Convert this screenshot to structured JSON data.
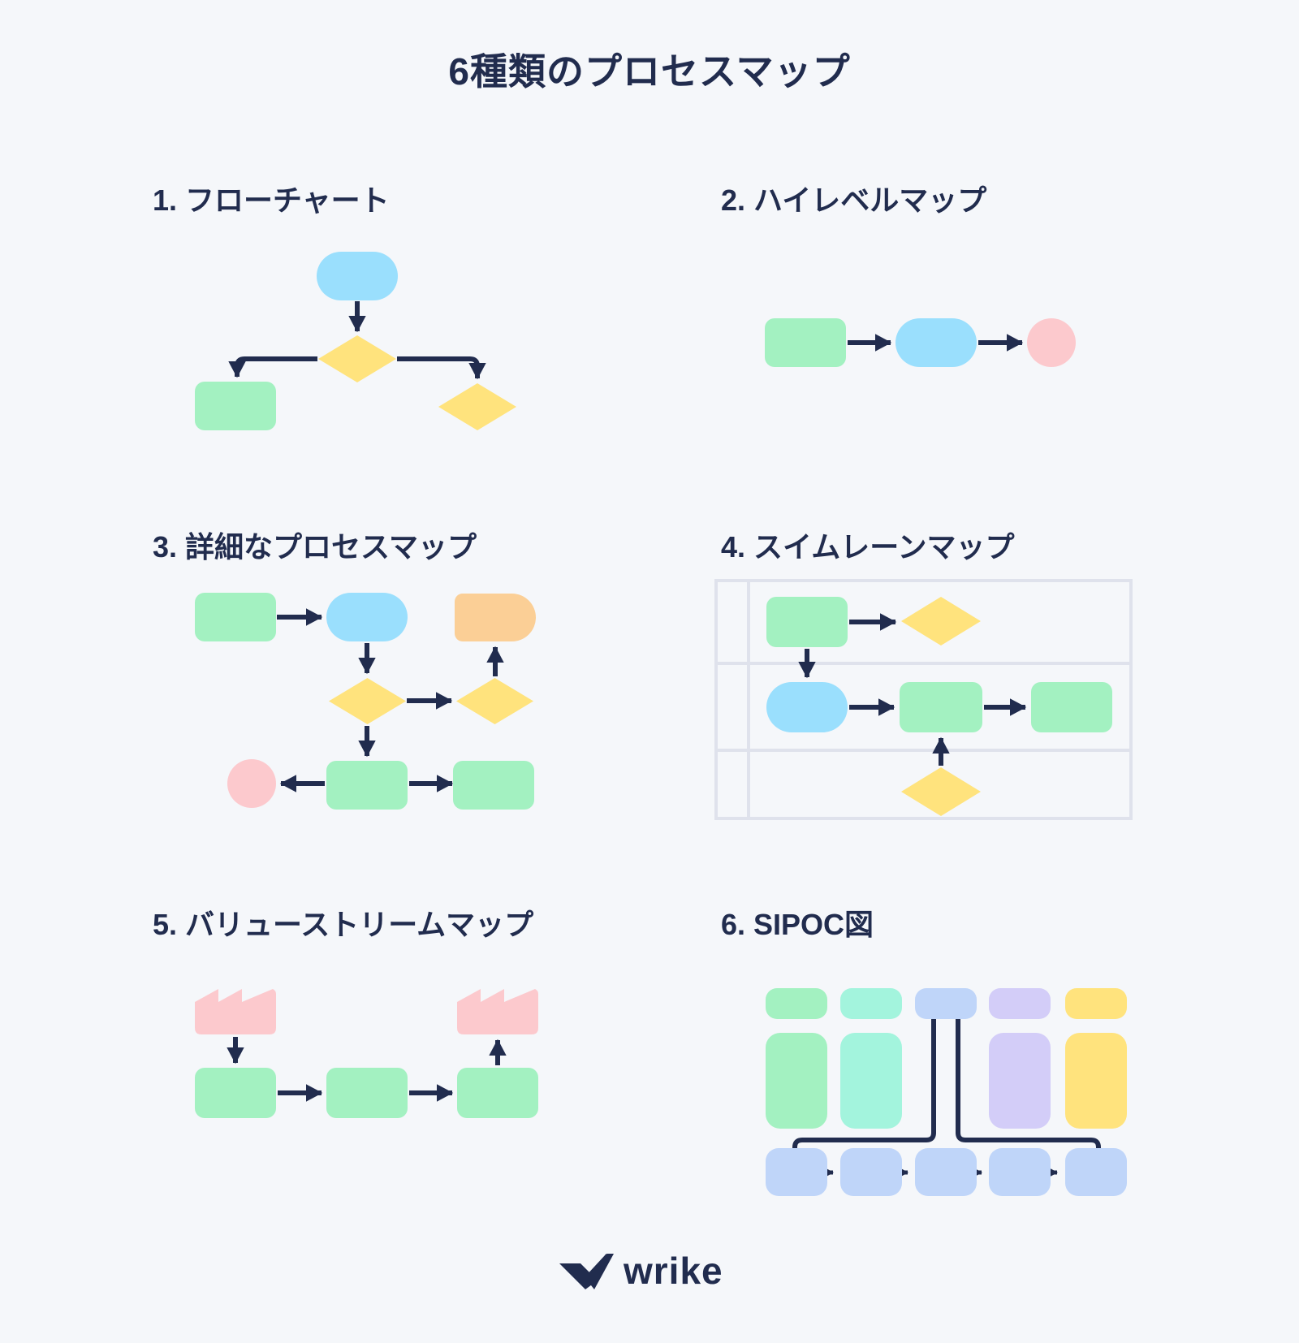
{
  "title": "6種類のプロセスマップ",
  "sections": [
    {
      "label": "1. フローチャート"
    },
    {
      "label": "2. ハイレベルマップ"
    },
    {
      "label": "3. 詳細なプロセスマップ"
    },
    {
      "label": "4. スイムレーンマップ"
    },
    {
      "label": "5. バリューストリームマップ"
    },
    {
      "label": "6. SIPOC図"
    }
  ],
  "logo": {
    "text": "wrike"
  },
  "colors": {
    "background": "#F5F7FA",
    "navy": "#212C4E",
    "blue": "#9ADFFD",
    "green": "#A3F1C1",
    "yellow": "#FFE37D",
    "pink": "#FCC9CD",
    "orange": "#FBCF96",
    "aqua": "#A3F4DD",
    "periwinkle": "#BFD5F9",
    "lavender": "#D3CDF8",
    "tableline": "#DFE2EC"
  }
}
